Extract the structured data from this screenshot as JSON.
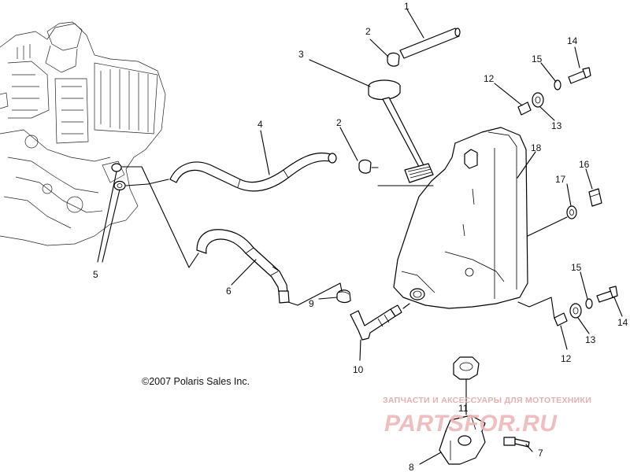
{
  "diagram": {
    "copyright": "©2007 Polaris Sales Inc.",
    "callouts": [
      {
        "id": "c1",
        "label": "1"
      },
      {
        "id": "c2a",
        "label": "2"
      },
      {
        "id": "c2b",
        "label": "2"
      },
      {
        "id": "c3",
        "label": "3"
      },
      {
        "id": "c4",
        "label": "4"
      },
      {
        "id": "c5",
        "label": "5"
      },
      {
        "id": "c6",
        "label": "6"
      },
      {
        "id": "c7",
        "label": "7"
      },
      {
        "id": "c8",
        "label": "8"
      },
      {
        "id": "c9",
        "label": "9"
      },
      {
        "id": "c10",
        "label": "10"
      },
      {
        "id": "c11",
        "label": "11"
      },
      {
        "id": "c12a",
        "label": "12"
      },
      {
        "id": "c12b",
        "label": "12"
      },
      {
        "id": "c13a",
        "label": "13"
      },
      {
        "id": "c13b",
        "label": "13"
      },
      {
        "id": "c14a",
        "label": "14"
      },
      {
        "id": "c14b",
        "label": "14"
      },
      {
        "id": "c15a",
        "label": "15"
      },
      {
        "id": "c15b",
        "label": "15"
      },
      {
        "id": "c16",
        "label": "16"
      },
      {
        "id": "c17",
        "label": "17"
      },
      {
        "id": "c18",
        "label": "18"
      }
    ]
  },
  "watermark": {
    "subtitle": "ЗАПЧАСТИ И АКСЕССУАРЫ ДЛЯ МОТОТЕХНИКИ",
    "brand": "PARTSFOR.RU",
    "color": "#efb7b7"
  },
  "colors": {
    "ink": "#000000",
    "background": "#ffffff"
  }
}
